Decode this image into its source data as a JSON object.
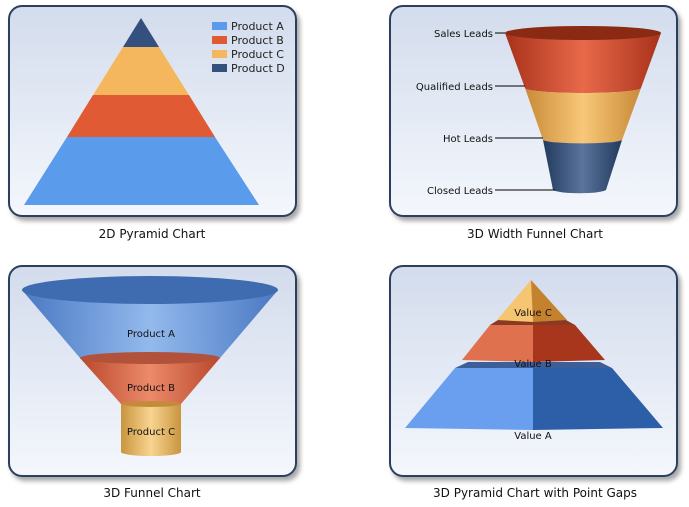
{
  "chart_data": [
    {
      "type": "pyramid",
      "title": "2D Pyramid Chart",
      "categories": [
        "Product A",
        "Product B",
        "Product C",
        "Product D"
      ],
      "colors": [
        "#5b9bec",
        "#e05a33",
        "#f5b75d",
        "#34507e"
      ],
      "legend": "top-right"
    },
    {
      "type": "funnel",
      "title": "3D Width Funnel Chart",
      "categories": [
        "Sales Leads",
        "Qualified Leads",
        "Hot Leads",
        "Closed Leads"
      ],
      "colors": [
        "#c9472a",
        "#e8ad58",
        "#34507e"
      ]
    },
    {
      "type": "funnel",
      "title": "3D Funnel Chart",
      "categories": [
        "Product A",
        "Product B",
        "Product C"
      ],
      "colors": [
        "#5b8fd8",
        "#d86a4b",
        "#e6b86a"
      ]
    },
    {
      "type": "pyramid",
      "title": "3D Pyramid Chart with Point Gaps",
      "categories": [
        "Value A",
        "Value B",
        "Value C"
      ],
      "colors": [
        "#5b8fe0",
        "#e06a45",
        "#f0b562"
      ]
    }
  ]
}
